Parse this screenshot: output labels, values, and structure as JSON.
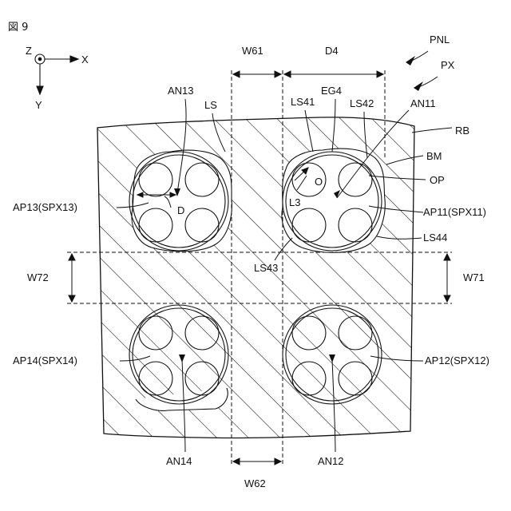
{
  "figure_label": "図 9",
  "axes": {
    "z": "Z",
    "x": "X",
    "y": "Y"
  },
  "labels": {
    "pnl": "PNL",
    "px": "PX",
    "rb": "RB",
    "bm": "BM",
    "op": "OP",
    "w61": "W61",
    "w62": "W62",
    "d4": "D4",
    "w71": "W71",
    "w72": "W72",
    "an11": "AN11",
    "an12": "AN12",
    "an13": "AN13",
    "an14": "AN14",
    "ls": "LS",
    "ls41": "LS41",
    "ls42": "LS42",
    "ls43": "LS43",
    "ls44": "LS44",
    "eg4": "EG4",
    "o": "O",
    "l3": "L3",
    "d": "D",
    "ap11": "AP11(SPX11)",
    "ap12": "AP12(SPX12)",
    "ap13": "AP13(SPX13)",
    "ap14": "AP14(SPX14)"
  }
}
